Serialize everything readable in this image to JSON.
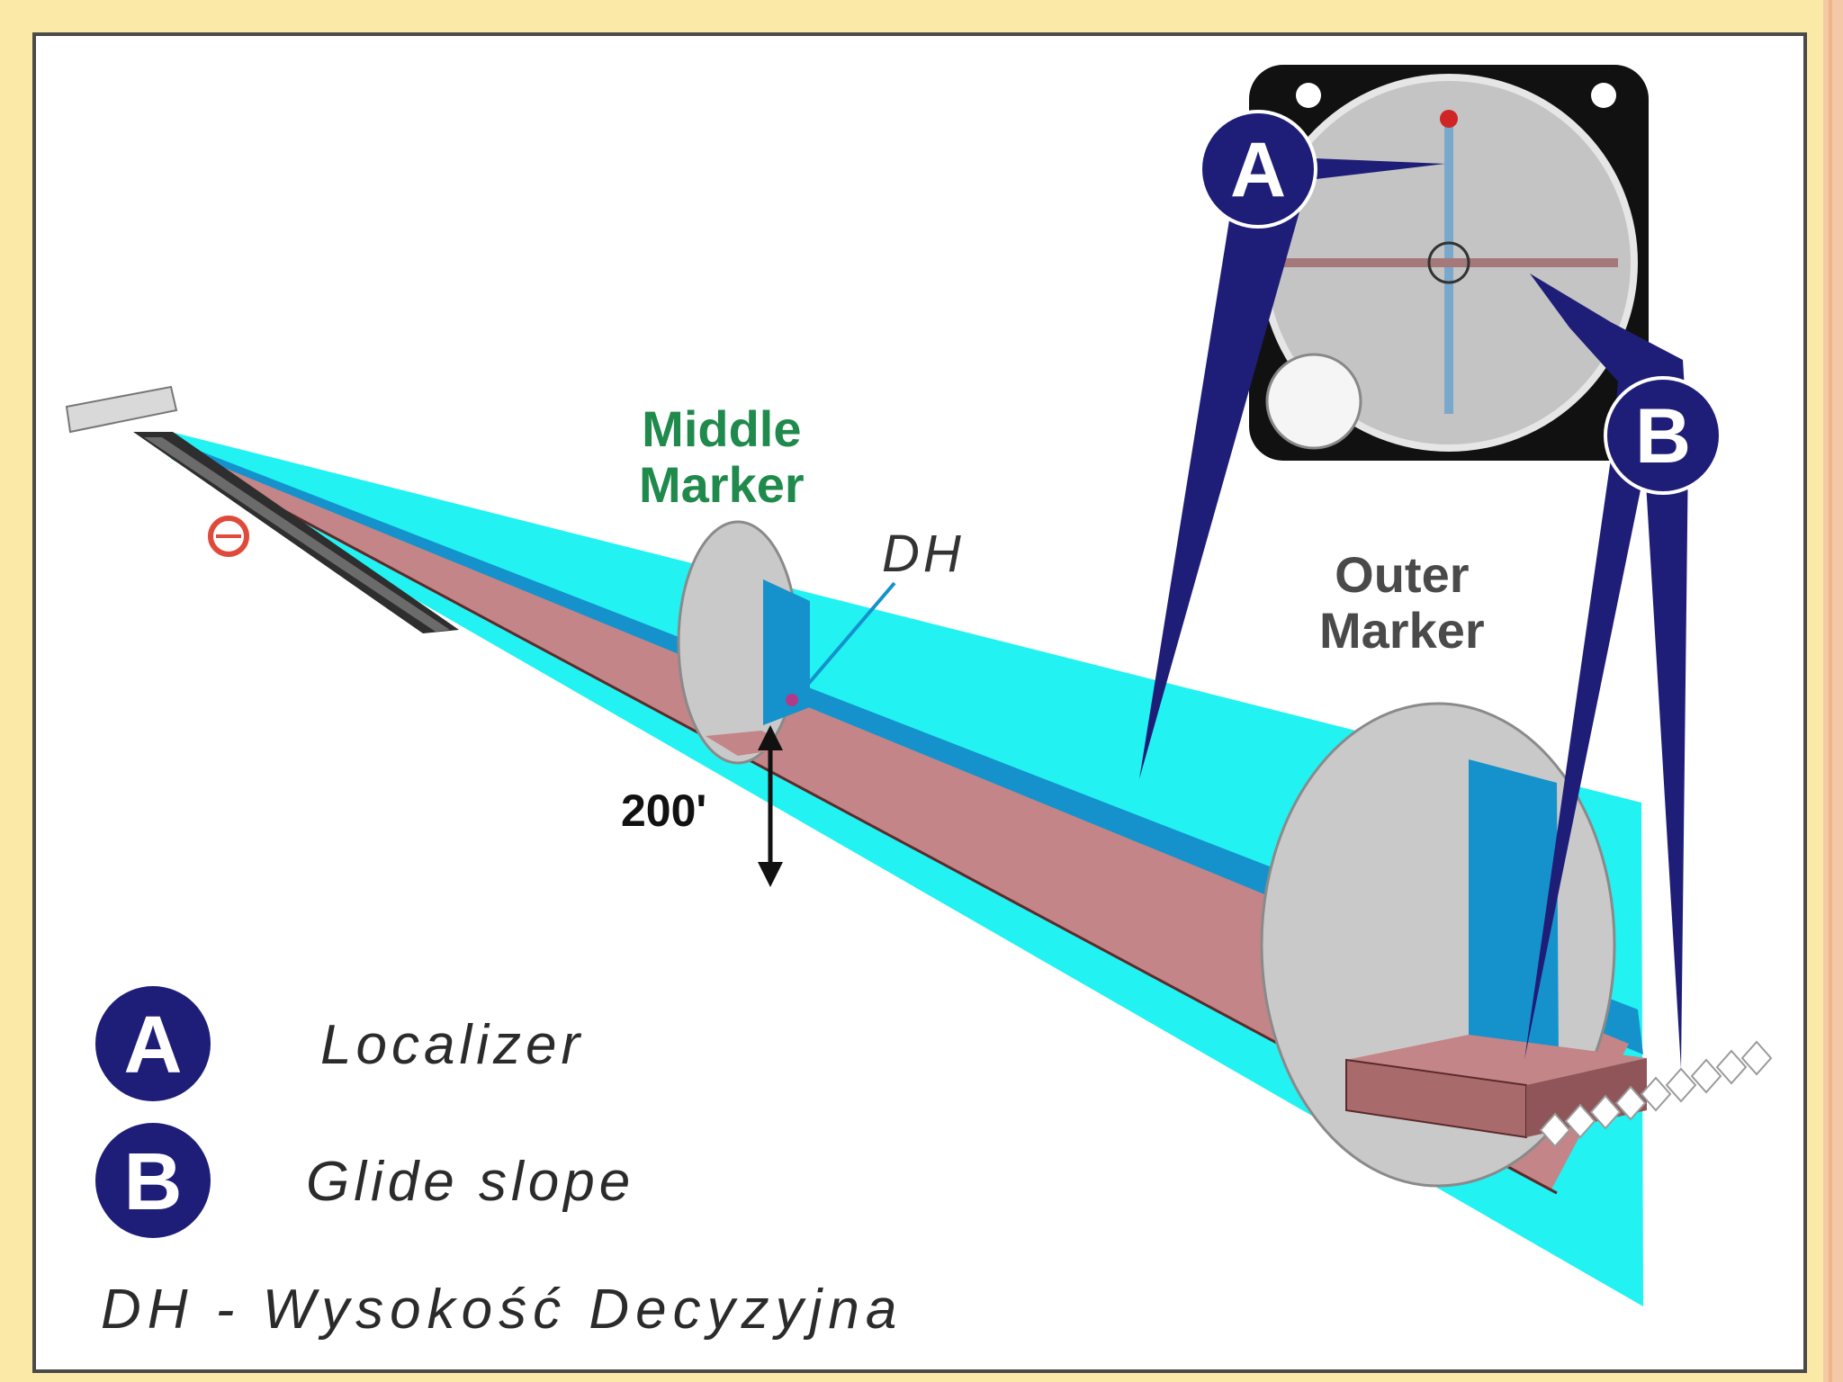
{
  "diagram": {
    "middle_marker": {
      "line1": "Middle",
      "line2": "Marker"
    },
    "outer_marker": {
      "line1": "Outer",
      "line2": "Marker"
    },
    "dh_label": "DH",
    "altitude_label": "200'",
    "legend": [
      {
        "letter": "A",
        "text": "Localizer"
      },
      {
        "letter": "B",
        "text": "Glide slope"
      },
      {
        "text": "DH - Wysokość Decyzyjna"
      }
    ],
    "instrument_letters": {
      "localizer": "A",
      "glide_slope": "B"
    }
  },
  "colors": {
    "localizer_beam": "#22f2f2",
    "localizer_core": "#1592cc",
    "glide_slope": "#c38587",
    "marker_ellipse": "#c9c9c9",
    "callout": "#1e1e78",
    "middle_marker_text": "#1f8a4c",
    "page_background": "#fbe9a8"
  },
  "icons": [
    "runway-icon",
    "airport-beacon-icon",
    "ils-indicator-icon"
  ]
}
